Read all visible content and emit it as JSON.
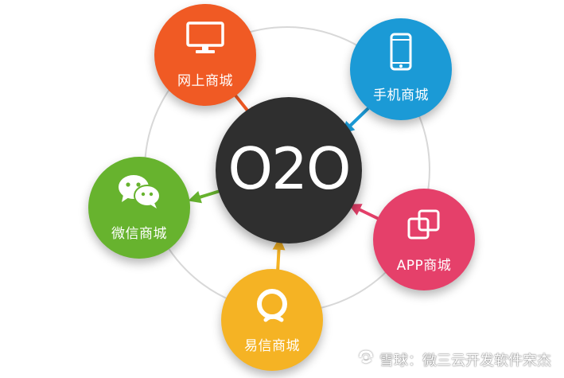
{
  "diagram": {
    "center": {
      "label": "O2O",
      "color": "#2f2f2f"
    },
    "nodes": [
      {
        "id": "web",
        "label": "网上商城",
        "color": "#f05a24",
        "icon": "monitor-icon"
      },
      {
        "id": "mobile",
        "label": "手机商城",
        "color": "#1b9ad6",
        "icon": "smartphone-icon"
      },
      {
        "id": "wechat",
        "label": "微信商城",
        "color": "#67b32e",
        "icon": "wechat-icon"
      },
      {
        "id": "app",
        "label": "APP商城",
        "color": "#e5406a",
        "icon": "overlapping-squares-icon"
      },
      {
        "id": "yixin",
        "label": "易信商城",
        "color": "#f5b324",
        "icon": "yixin-icon"
      }
    ],
    "arrow_colors": {
      "web": "#f05a24",
      "mobile": "#1b9ad6",
      "wechat": "#67b32e",
      "app": "#e5406a",
      "yixin": "#f5b324"
    }
  },
  "watermark": {
    "text": "雪球：微三云开发软件宋杰",
    "icon": "snowball-logo-icon"
  }
}
